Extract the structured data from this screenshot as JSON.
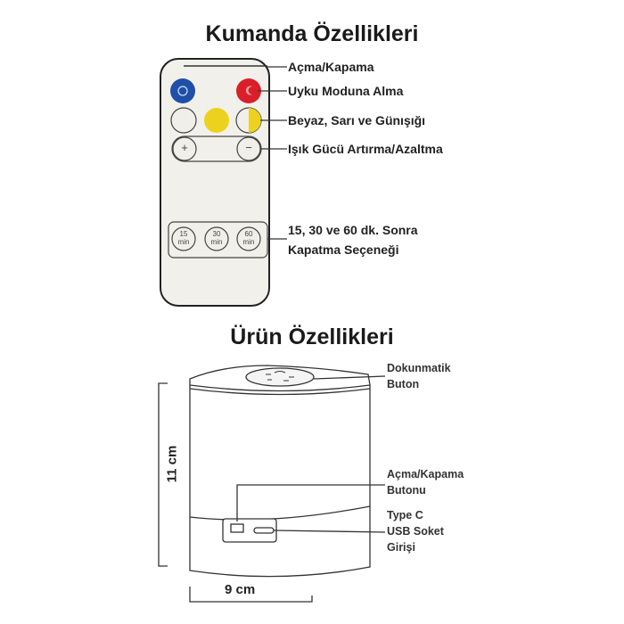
{
  "remote": {
    "title": "Kumanda Özellikleri",
    "labels": {
      "power": "Açma/Kapama",
      "sleep": "Uyku Moduna Alma",
      "colors": "Beyaz, Sarı ve Günışığı",
      "brightness": "Işık Gücü Artırma/Azaltma",
      "timer_line1": "15, 30 ve 60 dk. Sonra",
      "timer_line2": "Kapatma Seçeneği"
    },
    "buttons": {
      "plus": "+",
      "minus": "−",
      "timer": [
        {
          "value": "15",
          "unit": "min"
        },
        {
          "value": "30",
          "unit": "min"
        },
        {
          "value": "60",
          "unit": "min"
        }
      ]
    },
    "colors": {
      "power": "#1f4fa8",
      "sleep": "#d9202a",
      "yellow": "#ecd21c",
      "white": "#f1efe9"
    }
  },
  "product": {
    "title": "Ürün Özellikleri",
    "labels": {
      "touch_line1": "Dokunmatik",
      "touch_line2": "Buton",
      "switch_line1": "Açma/Kapama",
      "switch_line2": "Butonu",
      "usb_line1": "Type C",
      "usb_line2": "USB Soket",
      "usb_line3": "Girişi"
    },
    "dimensions": {
      "height": "11 cm",
      "width": "9 cm"
    }
  }
}
